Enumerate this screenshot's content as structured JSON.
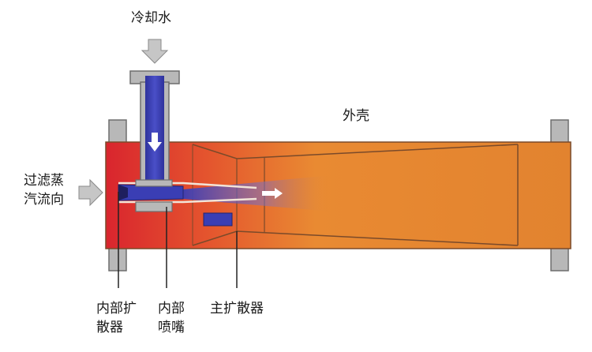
{
  "labels": {
    "cooling_water": "冷却水",
    "casing": "外壳",
    "steam_flow_line1": "过滤蒸",
    "steam_flow_line2": "汽流向",
    "inner_diffuser_line1": "内部扩",
    "inner_diffuser_line2": "散器",
    "inner_nozzle_line1": "内部",
    "inner_nozzle_line2": "喷嘴",
    "main_diffuser": "主扩散器"
  },
  "colors": {
    "hot_inlet": "#d9252e",
    "casing_orange": "#e98a32",
    "casing_deep": "#dd7428",
    "water_blue": "#3a3eb4",
    "metal_gray": "#b8b8b8",
    "metal_edge": "#6e6e6e",
    "arrow_gray": "#c6c6c6"
  }
}
